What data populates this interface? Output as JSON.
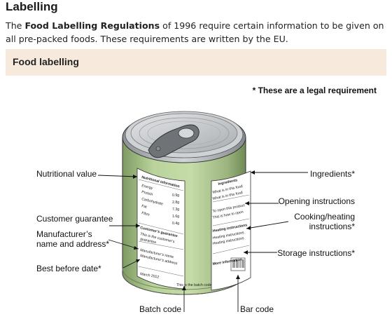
{
  "header": {
    "title": "Labelling",
    "intro_prefix": "The ",
    "intro_bold": "Food Labelling Regulations",
    "intro_suffix": " of 1996 require certain information to be given on all pre-packed foods. These requirements are written by the EU."
  },
  "section": {
    "title": "Food labelling",
    "legal_note": "* These are a legal requirement"
  },
  "labels_left": {
    "nutritional_value": "Nutritional value",
    "customer_guarantee": "Customer guarantee",
    "manufacturer_line1": "Manufacturer’s",
    "manufacturer_line2": "name and address*",
    "best_before": "Best before date*"
  },
  "labels_right": {
    "ingredients": "Ingredients*",
    "opening": "Opening instructions",
    "cooking_line1": "Cooking/heating",
    "cooking_line2": "instructions*",
    "storage": "Storage instructions*"
  },
  "labels_bottom": {
    "batch_code": "Batch code",
    "bar_code": "Bar code"
  },
  "can_label": {
    "nutrition_title": "Nutritional information",
    "energy": "Energy",
    "protein": "Protein",
    "carbohydrate": "Carbohydrate",
    "fat": "Fat",
    "fibre": "Fibre",
    "v1": "0.9g",
    "v2": "2.8g",
    "v3": "7.3g",
    "v4": "1.6g",
    "v5": "0.4g",
    "guarantee_title": "Customer’s guarantee",
    "guarantee_line1": "This is the customer’s",
    "guarantee_line2": "guarantee",
    "manuf_line1": "Manufacturer’s name",
    "manuf_line2": "Manufacturer’s address",
    "date": "March 2012",
    "batch": "This is the batch code",
    "ingredients_title": "Ingredients",
    "ingredients_line1": "What is in this food",
    "ingredients_line2": "What is in this food",
    "open_line1": "To open this product",
    "open_line2": "This is how to open",
    "heating_title": "Heating instructions",
    "heating_line1": "Heating instructions",
    "heating_line2": "Heating instructions",
    "more_info": "More information"
  },
  "colors": {
    "banner_bg": "#f7eadc",
    "can_body": "#a9c48a",
    "can_lid": "#c8cbce",
    "label_paper": "#ffffff"
  }
}
